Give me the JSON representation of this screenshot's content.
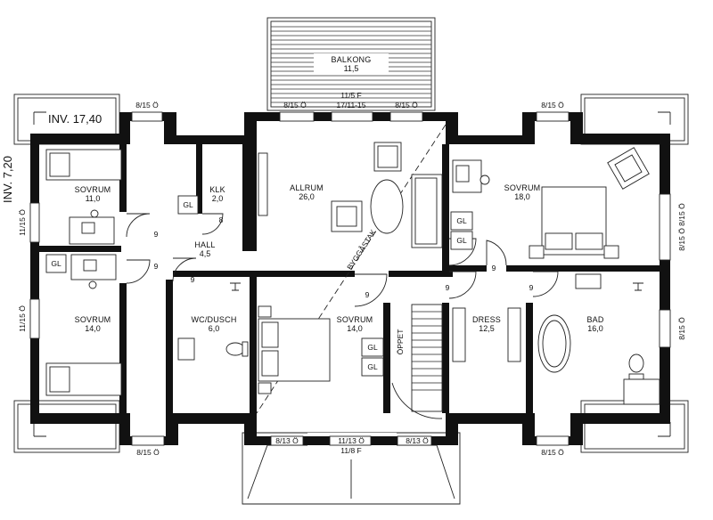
{
  "inventory": {
    "height": "INV. 17,40",
    "width": "INV. 7,20"
  },
  "rooms": {
    "balkong": {
      "name": "BALKONG",
      "area": "11,5"
    },
    "sovrum_nw": {
      "name": "SOVRUM",
      "area": "11,0"
    },
    "klk": {
      "name": "KLK",
      "area": "2,0"
    },
    "allrum": {
      "name": "ALLRUM",
      "area": "26,0"
    },
    "sovrum_ne": {
      "name": "SOVRUM",
      "area": "18,0"
    },
    "hall": {
      "name": "HALL",
      "area": "4,5"
    },
    "sovrum_sw": {
      "name": "SOVRUM",
      "area": "14,0"
    },
    "wc": {
      "name": "WC/DUSCH",
      "area": "6,0"
    },
    "sovrum_c": {
      "name": "SOVRUM",
      "area": "14,0"
    },
    "dress": {
      "name": "DRESS",
      "area": "12,5"
    },
    "bad": {
      "name": "BAD",
      "area": "16,0"
    }
  },
  "labels": {
    "gl": "GL",
    "oppet": "ÖPPET",
    "byggastak": "BYGGÅSTAK",
    "door9": "9",
    "door8": "8"
  },
  "windows": {
    "top_left": "8/15 Ö",
    "top_mid_left": "8/15 Ö",
    "top_center_a": "11/5 F",
    "top_center_b": "17/11-15",
    "top_mid_right": "8/15 Ö",
    "top_right": "8/15 Ö",
    "left_upper": "11/15 Ö",
    "left_lower": "11/15 Ö",
    "right_upper": "8/15 Ö 8/15 Ö",
    "right_lower": "8/15 Ö",
    "bottom_left": "8/15 Ö",
    "bottom_mid_left": "8/13 Ö",
    "bottom_center_a": "11/13 Ö",
    "bottom_center_b": "11/8 F",
    "bottom_mid_right": "8/13 Ö",
    "bottom_right": "8/15 Ö"
  }
}
